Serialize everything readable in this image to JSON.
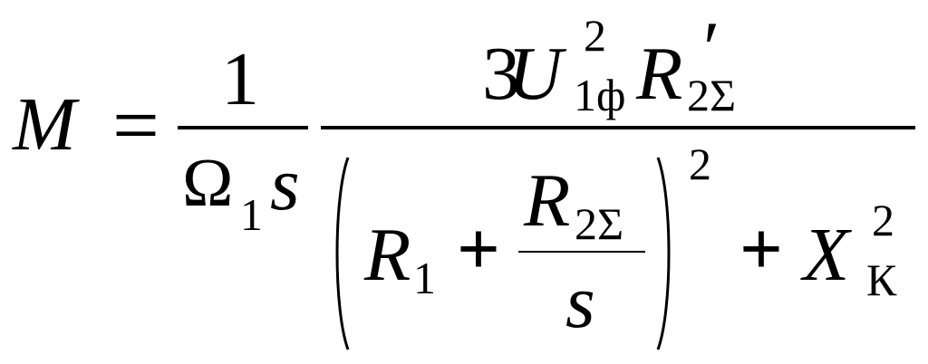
{
  "formula": {
    "lhs": "M",
    "equals": "=",
    "factor": {
      "numerator": "1",
      "denominator": {
        "omega": "Ω",
        "omega_sub": "1",
        "slip": "s"
      }
    },
    "main": {
      "numerator": {
        "coefficient": "3",
        "voltage": "U",
        "voltage_sub": "1ф",
        "voltage_exp": "2",
        "resistance": "R",
        "resistance_prime": "′",
        "resistance_sub": "2Σ"
      },
      "denominator": {
        "r1": "R",
        "r1_sub": "1",
        "plus1": "+",
        "inner_num": "R",
        "inner_num_sub": "2Σ",
        "inner_den": "s",
        "paren_exp": "2",
        "plus2": "+",
        "reactance": "X",
        "reactance_sub": "К",
        "reactance_exp": "2"
      }
    }
  }
}
